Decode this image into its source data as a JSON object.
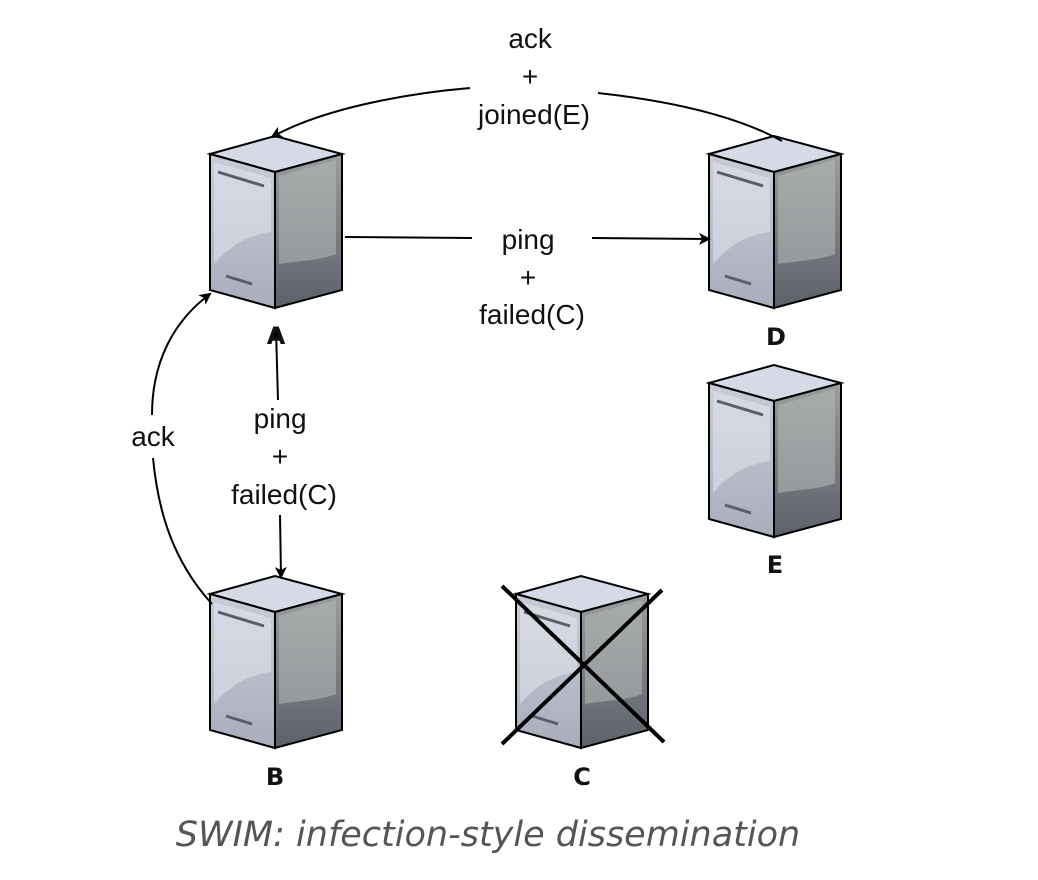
{
  "diagram": {
    "caption": "SWIM: infection-style dissemination",
    "colors": {
      "server_top": "#d6d9e6",
      "server_front_light": "#c9ccd6",
      "server_front_dark": "#a9adbc",
      "server_side_light": "#9b9d9e",
      "server_side_dark": "#5c6068",
      "outline": "#000000",
      "cross": "#000000"
    },
    "nodes": [
      {
        "id": "A",
        "label": "A",
        "failed": false
      },
      {
        "id": "B",
        "label": "B",
        "failed": false
      },
      {
        "id": "C",
        "label": "C",
        "failed": true
      },
      {
        "id": "D",
        "label": "D",
        "failed": false
      },
      {
        "id": "E",
        "label": "E",
        "failed": false
      }
    ],
    "edges": [
      {
        "id": "d-to-a",
        "from": "D",
        "to": "A",
        "label_lines": [
          "ack",
          "+",
          "joined(E)"
        ]
      },
      {
        "id": "a-to-d",
        "from": "A",
        "to": "D",
        "label_lines": [
          "ping",
          "+",
          "failed(C)"
        ]
      },
      {
        "id": "a-to-b",
        "from": "A",
        "to": "B",
        "label_lines": [
          "ping",
          "+",
          "failed(C)"
        ]
      },
      {
        "id": "b-to-a",
        "from": "B",
        "to": "A",
        "label_lines": [
          "ack"
        ]
      }
    ]
  }
}
